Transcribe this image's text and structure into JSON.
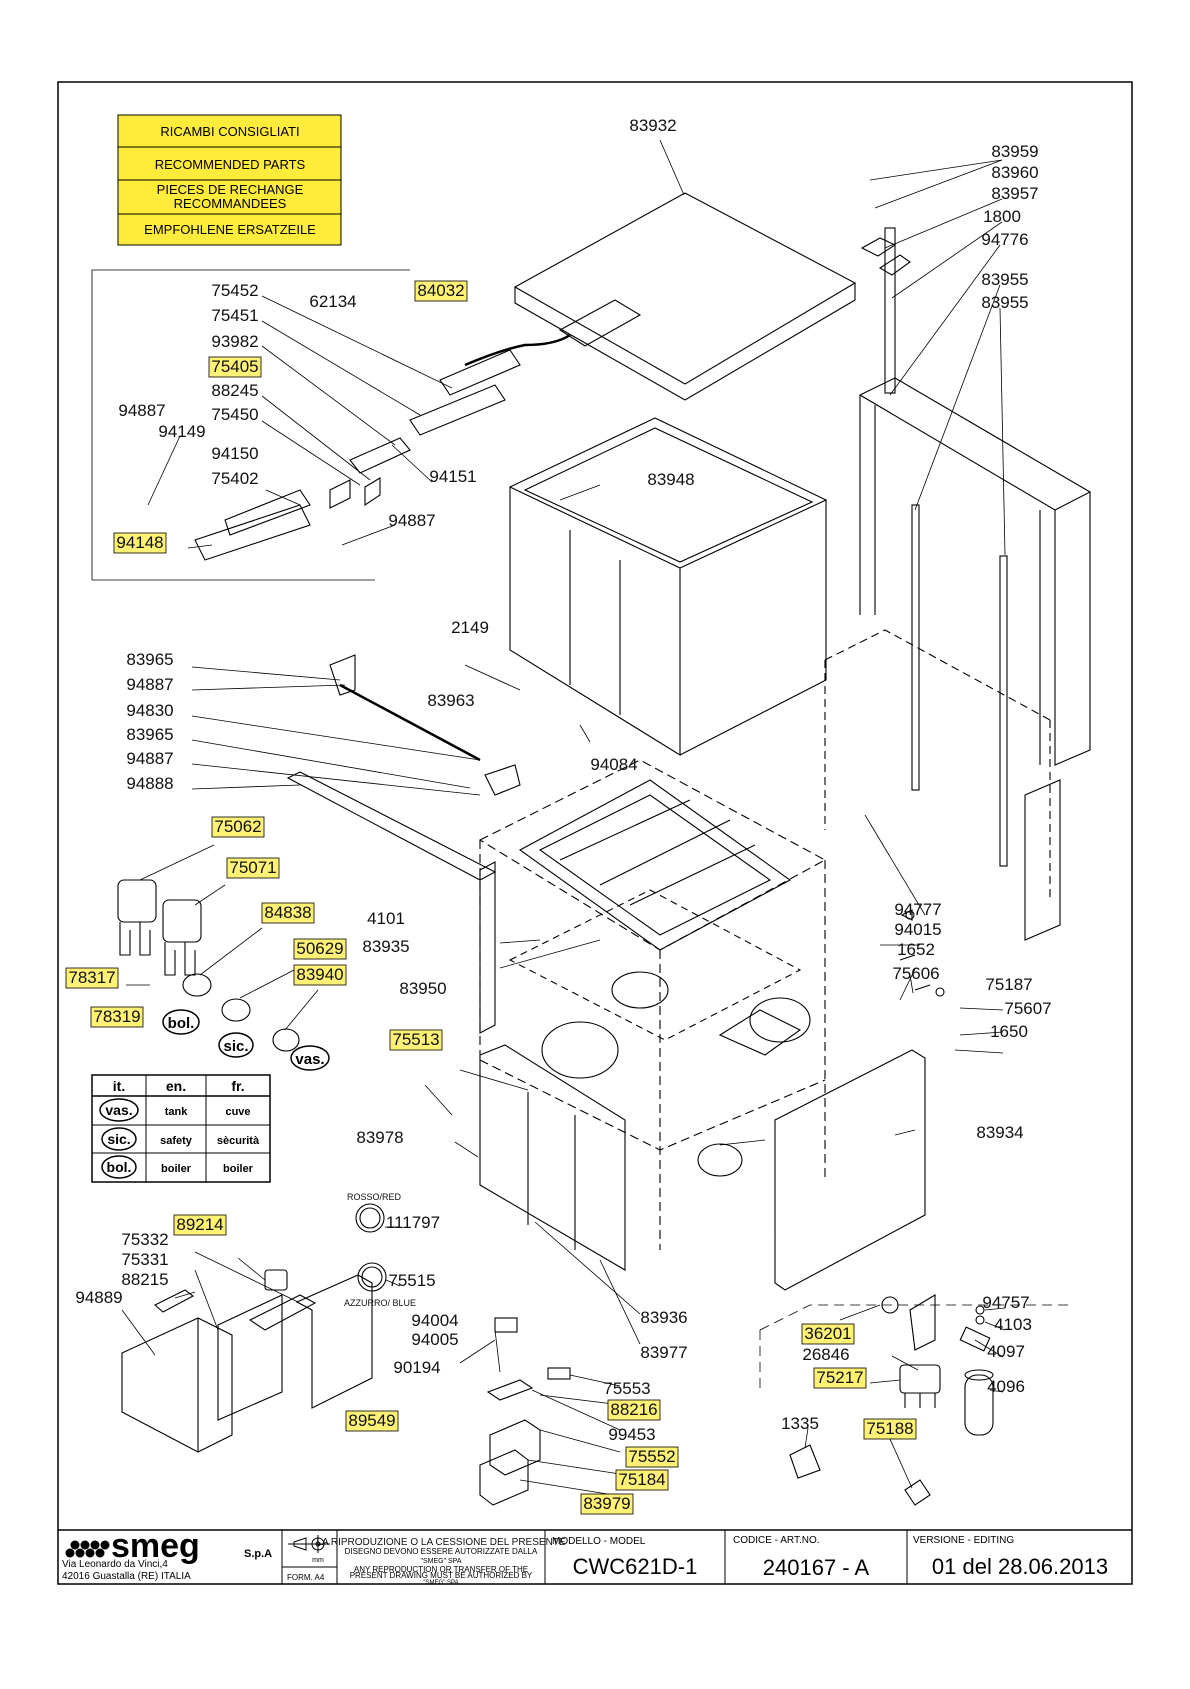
{
  "legend_box": {
    "lines": [
      "RICAMBI CONSIGLIATI",
      "RECOMMENDED PARTS",
      "PIECES DE RECHANGE",
      "RECOMMANDEES",
      "EMPFOHLENE ERSATZEILE"
    ],
    "fill_color": "#ffeb3b"
  },
  "highlight_color": "#fff176",
  "parts": [
    {
      "code": "83932",
      "hl": false
    },
    {
      "code": "83959",
      "hl": false
    },
    {
      "code": "83960",
      "hl": false
    },
    {
      "code": "83957",
      "hl": false
    },
    {
      "code": "1800",
      "hl": false
    },
    {
      "code": "94776",
      "hl": false
    },
    {
      "code": "83955",
      "hl": false
    },
    {
      "code": "83955",
      "hl": false
    },
    {
      "code": "75452",
      "hl": false
    },
    {
      "code": "62134",
      "hl": false
    },
    {
      "code": "84032",
      "hl": true
    },
    {
      "code": "75451",
      "hl": false
    },
    {
      "code": "93982",
      "hl": false
    },
    {
      "code": "75405",
      "hl": true
    },
    {
      "code": "88245",
      "hl": false
    },
    {
      "code": "94887",
      "hl": false
    },
    {
      "code": "75450",
      "hl": false
    },
    {
      "code": "94149",
      "hl": false
    },
    {
      "code": "94150",
      "hl": false
    },
    {
      "code": "94151",
      "hl": false
    },
    {
      "code": "75402",
      "hl": false
    },
    {
      "code": "83948",
      "hl": false
    },
    {
      "code": "94887",
      "hl": false
    },
    {
      "code": "94148",
      "hl": true
    },
    {
      "code": "2149",
      "hl": false
    },
    {
      "code": "83965",
      "hl": false
    },
    {
      "code": "94887",
      "hl": false
    },
    {
      "code": "83963",
      "hl": false
    },
    {
      "code": "94830",
      "hl": false
    },
    {
      "code": "83965",
      "hl": false
    },
    {
      "code": "94084",
      "hl": false
    },
    {
      "code": "94887",
      "hl": false
    },
    {
      "code": "94888",
      "hl": false
    },
    {
      "code": "75062",
      "hl": true
    },
    {
      "code": "75071",
      "hl": true
    },
    {
      "code": "94777",
      "hl": false
    },
    {
      "code": "94015",
      "hl": false
    },
    {
      "code": "84838",
      "hl": true
    },
    {
      "code": "4101",
      "hl": false
    },
    {
      "code": "1652",
      "hl": false
    },
    {
      "code": "50629",
      "hl": true
    },
    {
      "code": "83935",
      "hl": false
    },
    {
      "code": "75606",
      "hl": false
    },
    {
      "code": "83940",
      "hl": true
    },
    {
      "code": "78317",
      "hl": true
    },
    {
      "code": "83950",
      "hl": false
    },
    {
      "code": "75187",
      "hl": false
    },
    {
      "code": "75607",
      "hl": false
    },
    {
      "code": "78319",
      "hl": true
    },
    {
      "code": "1650",
      "hl": false
    },
    {
      "code": "75513",
      "hl": true
    },
    {
      "code": "83978",
      "hl": false
    },
    {
      "code": "83934",
      "hl": false
    },
    {
      "code": "111797",
      "hl": false
    },
    {
      "code": "89214",
      "hl": true
    },
    {
      "code": "75332",
      "hl": false
    },
    {
      "code": "75331",
      "hl": false
    },
    {
      "code": "88215",
      "hl": false
    },
    {
      "code": "75515",
      "hl": false
    },
    {
      "code": "94889",
      "hl": false
    },
    {
      "code": "94004",
      "hl": false
    },
    {
      "code": "94005",
      "hl": false
    },
    {
      "code": "83936",
      "hl": false
    },
    {
      "code": "94757",
      "hl": false
    },
    {
      "code": "36201",
      "hl": true
    },
    {
      "code": "4103",
      "hl": false
    },
    {
      "code": "83977",
      "hl": false
    },
    {
      "code": "26846",
      "hl": false
    },
    {
      "code": "4097",
      "hl": false
    },
    {
      "code": "90194",
      "hl": false
    },
    {
      "code": "75217",
      "hl": true
    },
    {
      "code": "4096",
      "hl": false
    },
    {
      "code": "75553",
      "hl": false
    },
    {
      "code": "88216",
      "hl": true
    },
    {
      "code": "89549",
      "hl": true
    },
    {
      "code": "1335",
      "hl": false
    },
    {
      "code": "75188",
      "hl": true
    },
    {
      "code": "99453",
      "hl": false
    },
    {
      "code": "75552",
      "hl": true
    },
    {
      "code": "75184",
      "hl": true
    },
    {
      "code": "83979",
      "hl": true
    }
  ],
  "wire_labels": {
    "red": "ROSSO/RED",
    "blue": "AZZURRO/ BLUE"
  },
  "part_badges": {
    "bol": "bol.",
    "sic": "sic.",
    "vas": "vas."
  },
  "lang_table": {
    "headers": [
      "it.",
      "en.",
      "fr."
    ],
    "rows": [
      {
        "badge": "vas.",
        "en": "tank",
        "fr": "cuve"
      },
      {
        "badge": "sic.",
        "en": "safety",
        "fr": "sècurità"
      },
      {
        "badge": "bol.",
        "en": "boiler",
        "fr": "boiler"
      }
    ]
  },
  "title_block": {
    "logo": "smeg",
    "logo_suffix": "S.p.A",
    "address1": "Via Leonardo da Vinci,4",
    "address2": "42016  Guastalla (RE) ITALIA",
    "projection_unit": "mm",
    "form": "FORM. A4",
    "notice_lines": [
      "LA RIPRODUZIONE O LA CESSIONE DEL PRESENTE",
      "DISEGNO DEVONO ESSERE AUTORIZZATE DALLA",
      "\"SMEG\" SPA",
      "ANY REPRODUCTION OR TRANSFER OF THE",
      "PRESENT DRAWING MUST BE AUTHORIZED BY",
      "\"SMEG\" SPA"
    ],
    "model_label": "MODELLO - MODEL",
    "model_value": "CWC621D-1",
    "code_label": "CODICE - ART.NO.",
    "code_value": "240167 - A",
    "version_label": "VERSIONE - EDITING",
    "version_value": "01 del 28.06.2013"
  }
}
